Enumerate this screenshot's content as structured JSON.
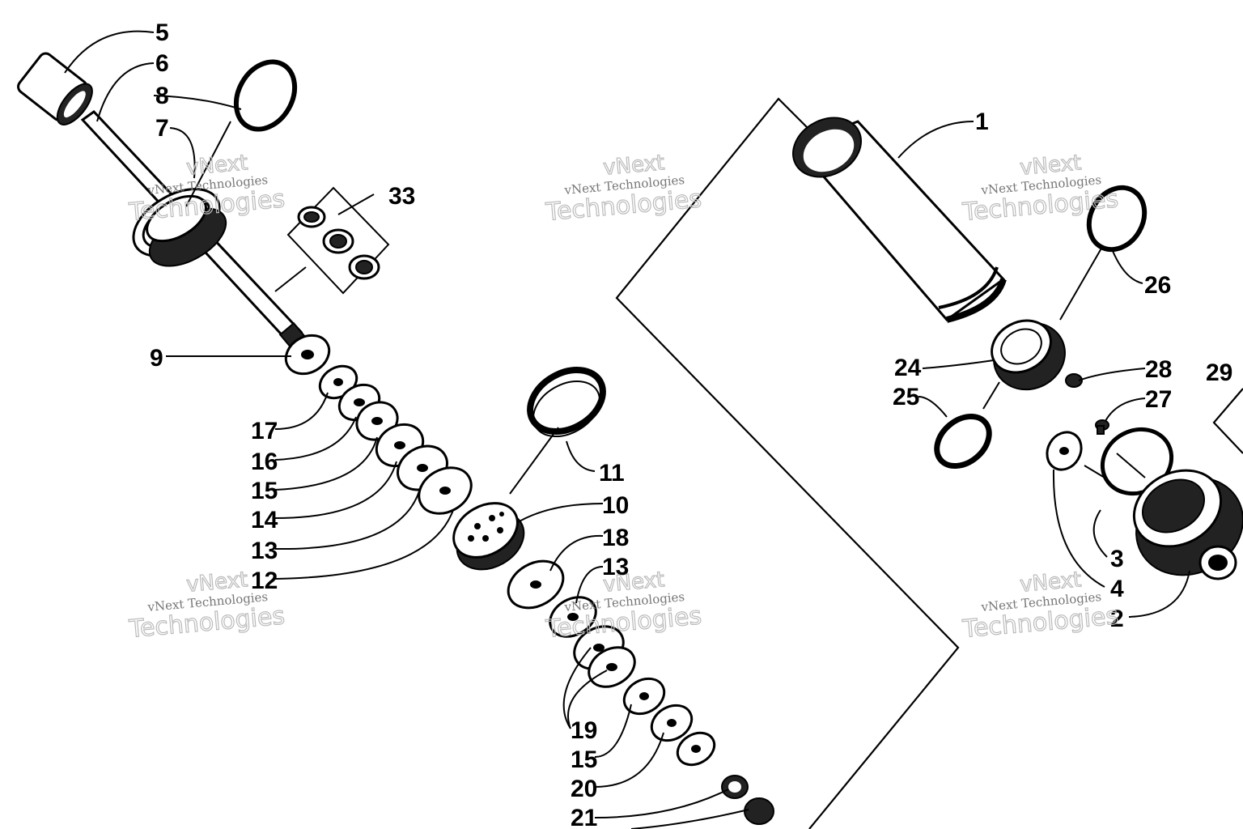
{
  "watermark": {
    "line1": "vNext Technologies",
    "line2": "Technologies",
    "line0": "vNext"
  },
  "callouts": {
    "c1": "1",
    "c2": "2",
    "c3": "3",
    "c4": "4",
    "c5": "5",
    "c6": "6",
    "c7": "7",
    "c8": "8",
    "c9": "9",
    "c10": "10",
    "c11": "11",
    "c12": "12",
    "c13a": "13",
    "c13b": "13",
    "c14": "14",
    "c15a": "15",
    "c15b": "15",
    "c16": "16",
    "c17": "17",
    "c18": "18",
    "c19": "19",
    "c20": "20",
    "c21": "21",
    "c24": "24",
    "c25": "25",
    "c26": "26",
    "c27": "27",
    "c28": "28",
    "c29": "29",
    "c33": "33"
  }
}
